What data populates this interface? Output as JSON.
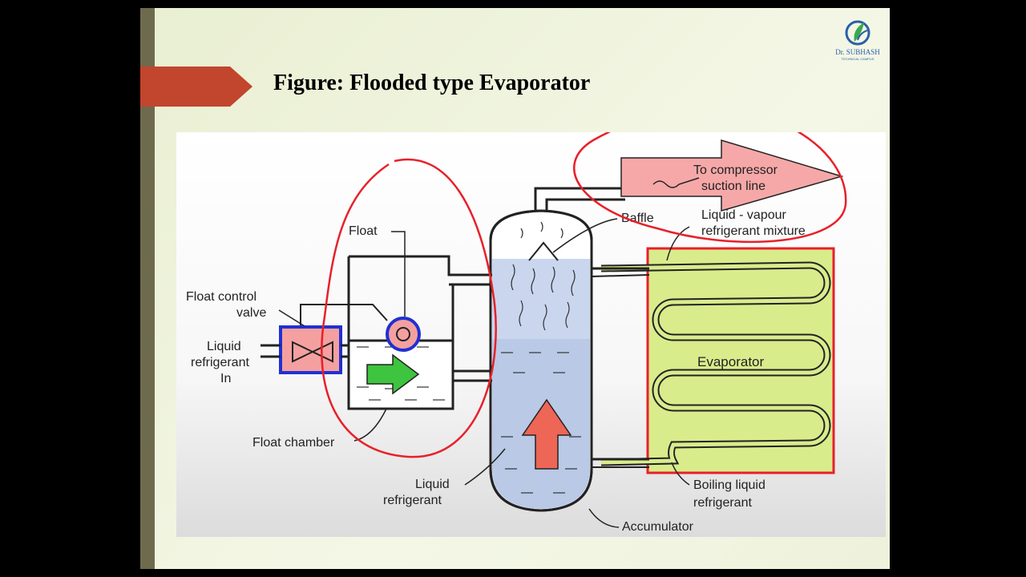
{
  "slide": {
    "title": "Figure:  Flooded type Evaporator",
    "logo": {
      "name": "Dr. SUBHASH",
      "subtitle": "TECHNICAL CAMPUS"
    }
  },
  "diagram": {
    "labels": {
      "float": "Float",
      "float_control_valve_line1": "Float control",
      "float_control_valve_line2": "valve",
      "liquid_in_line1": "Liquid",
      "liquid_in_line2": "refrigerant",
      "liquid_in_line3": "In",
      "float_chamber": "Float chamber",
      "liquid_refrigerant_line1": "Liquid",
      "liquid_refrigerant_line2": "refrigerant",
      "baffle": "Baffle",
      "to_compressor_line1": "To compressor",
      "to_compressor_line2": "suction line",
      "liquid_vapour_line1": "Liquid - vapour",
      "liquid_vapour_line2": "refrigerant mixture",
      "evaporator": "Evaporator",
      "boiling_liquid_line1": "Boiling liquid",
      "boiling_liquid_line2": "refrigerant",
      "accumulator": "Accumulator"
    },
    "colors": {
      "annotation_red": "#e8202a",
      "valve_fill": "#f4a0a0",
      "valve_border": "#2030d0",
      "green_arrow": "#3ec43e",
      "red_arrow": "#ee6655",
      "evaporator_fill": "#d8ec8c",
      "vapour_fill": "#c9d6ee",
      "compressor_arrow": "#f6a8a8"
    }
  }
}
